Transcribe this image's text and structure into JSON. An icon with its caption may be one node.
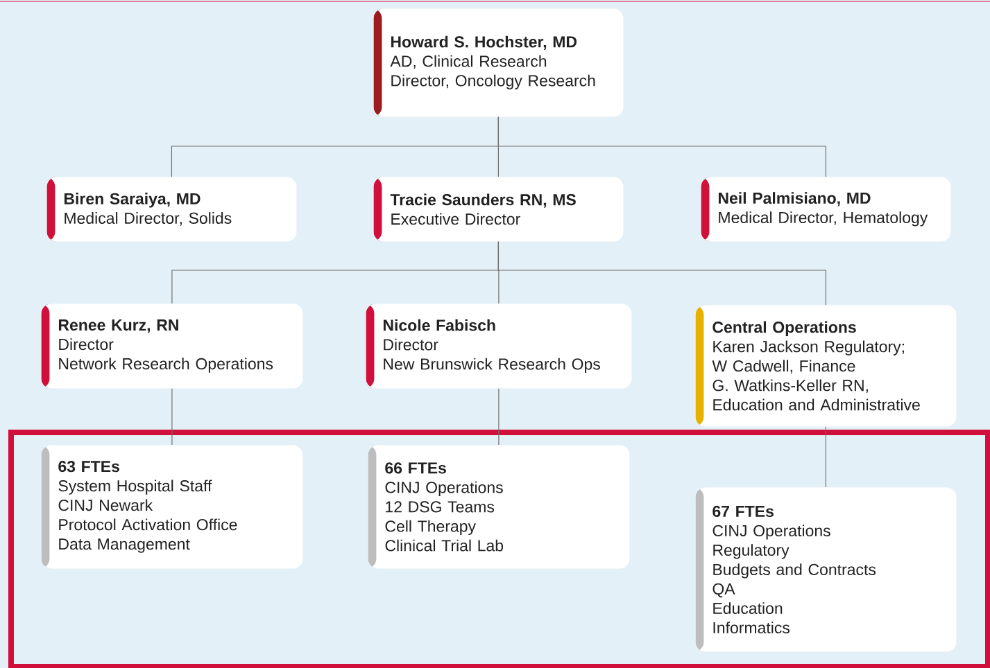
{
  "diagram": {
    "nodes": [
      {
        "text": [
          "Howard S. Hochster, MD",
          "AD, Clinical Research",
          "Director, Oncology Research"
        ]
      },
      {
        "text": [
          "Biren Saraiya, MD",
          "Medical Director, Solids"
        ]
      },
      {
        "text": [
          "Tracie Saunders RN, MS",
          "Executive Director"
        ]
      },
      {
        "text": [
          "Neil Palmisiano, MD",
          "Medical Director, Hematology"
        ]
      },
      {
        "text": [
          "Renee Kurz, RN",
          "Director",
          "Network Research Operations"
        ]
      },
      {
        "text": [
          "Nicole Fabisch",
          "Director",
          "New Brunswick Research Ops"
        ]
      },
      {
        "text": [
          "Central Operations",
          "Karen Jackson Regulatory;",
          "W Cadwell, Finance",
          "G. Watkins-Keller RN,",
          "Education and Administrative"
        ]
      },
      {
        "text": [],
        "shape": "box"
      },
      {
        "text": [
          "63 FTEs",
          "System Hospital Staff",
          "CINJ Newark",
          "Protocol Activation Office",
          "Data Management"
        ],
        "in": 7
      },
      {
        "text": [
          "66 FTEs",
          "CINJ Operations",
          "12 DSG Teams",
          "Cell Therapy",
          "Clinical Trial Lab"
        ],
        "in": 7
      },
      {
        "text": [
          "67 FTEs",
          "CINJ Operations",
          "Regulatory",
          "Budgets and Contracts",
          "QA",
          "Education",
          "Informatics"
        ],
        "in": 7
      }
    ],
    "edges": [
      {
        "from": 0,
        "to": 1,
        "arrow": "none"
      },
      {
        "from": 0,
        "to": 2,
        "arrow": "none"
      },
      {
        "from": 0,
        "to": 3,
        "arrow": "none"
      },
      {
        "from": 2,
        "to": 4,
        "arrow": "none"
      },
      {
        "from": 2,
        "to": 5,
        "arrow": "none"
      },
      {
        "from": 2,
        "to": 6,
        "arrow": "none"
      },
      {
        "from": 4,
        "to": 8,
        "arrow": "none"
      },
      {
        "from": 5,
        "to": 9,
        "arrow": "none"
      },
      {
        "from": 6,
        "to": 10,
        "arrow": "none"
      }
    ]
  }
}
